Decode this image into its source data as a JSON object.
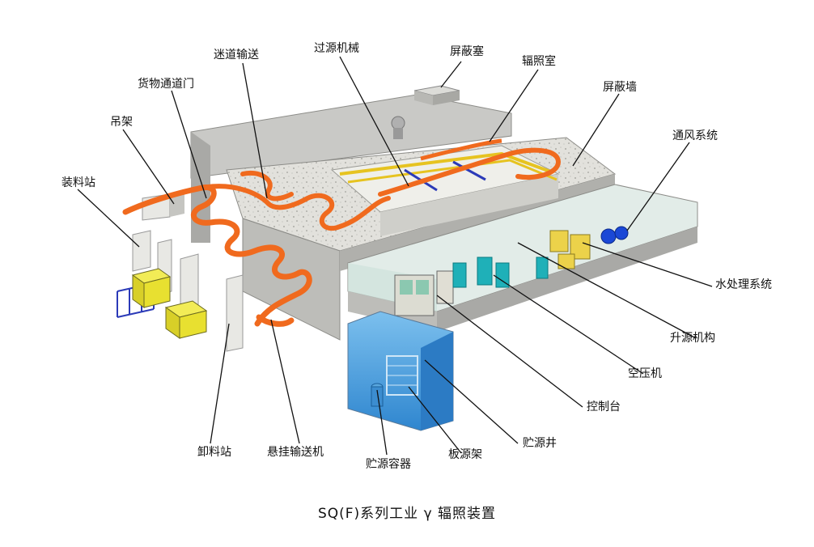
{
  "labels": {
    "shielding_plug": "屏蔽塞",
    "source_mechanism": "过源机械",
    "maze_conveyor": "迷道输送",
    "goods_door": "货物通道门",
    "irradiation_room": "辐照室",
    "shield_wall": "屏蔽墙",
    "hanger": "吊架",
    "ventilation": "通风系统",
    "loading_station": "装料站",
    "water_treatment": "水处理系统",
    "source_lift": "升源机构",
    "air_compressor": "空压机",
    "console": "控制台",
    "source_well": "贮源井",
    "source_rack": "板源架",
    "source_container": "贮源容器",
    "overhead_conveyor": "悬挂输送机",
    "unloading_station": "卸料站"
  },
  "caption": "SQ(F)系列工业 γ 辐照装置",
  "colors": {
    "conveyor": "#f06a1e",
    "concrete": "#d9d9d6",
    "wall_dark": "#a9a9a6",
    "water": "#4fa3e0",
    "goods": "#e8e030"
  }
}
